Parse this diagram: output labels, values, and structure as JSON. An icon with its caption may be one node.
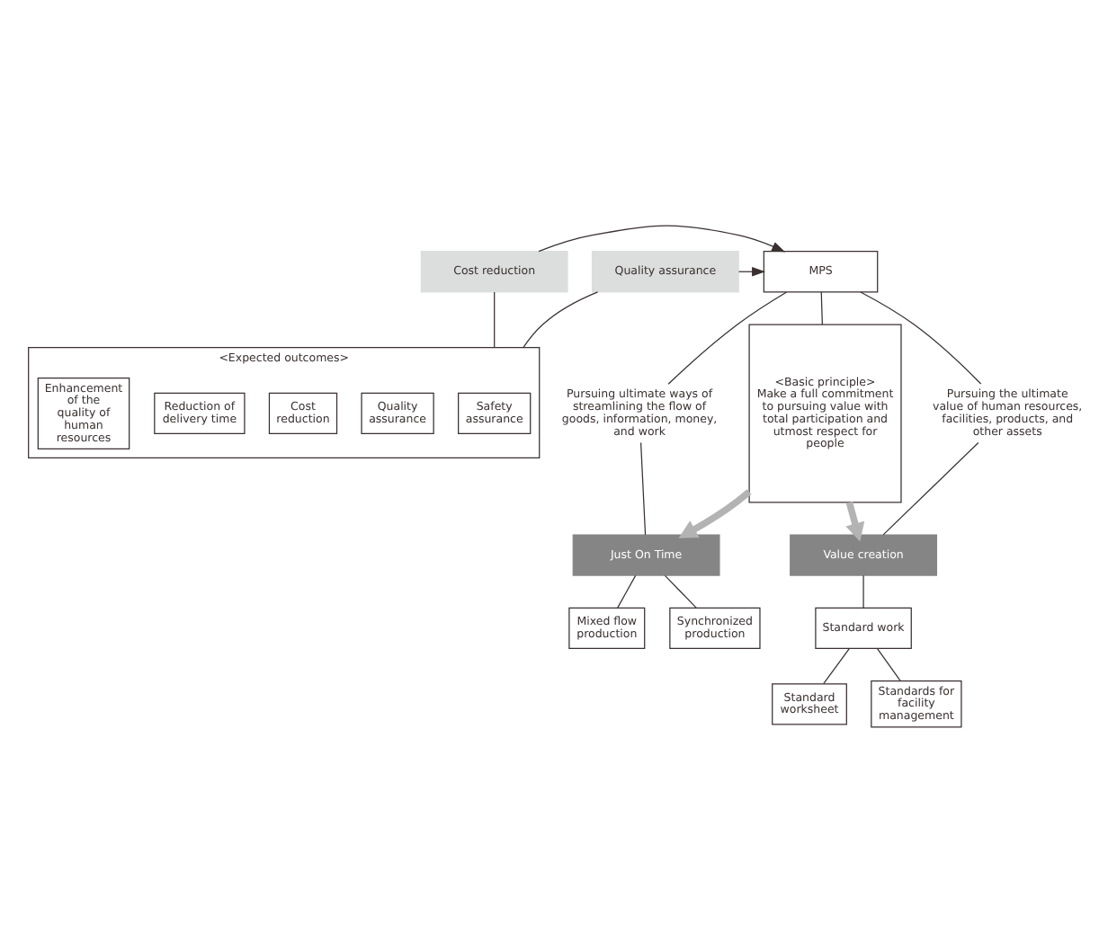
{
  "diagram": {
    "nodes": [
      {
        "text": [
          "MPS"
        ]
      },
      {
        "text": [
          "Cost reduction"
        ]
      },
      {
        "text": [
          "Quality assurance"
        ]
      },
      {
        "text": [
          "Pursuing the ultimate value of human resources, facilities, products, and other assets"
        ]
      },
      {
        "text": [
          "<Basic principle>",
          "Make a full commitment to pursuing value with total participation and utmost respect for people"
        ]
      },
      {
        "text": [
          "Pursuing ultimate ways of streamlining the flow of goods, information, money, and work"
        ]
      },
      {
        "text": [
          "Value creation"
        ]
      },
      {
        "text": [
          "Standard work"
        ]
      },
      {
        "text": [
          "Standard worksheet"
        ]
      },
      {
        "text": [
          "Standards for facility management"
        ]
      },
      {
        "text": [
          "Just On Time"
        ]
      },
      {
        "text": [
          "Mixed flow production"
        ]
      },
      {
        "text": [
          "Synchronized production"
        ]
      },
      {
        "text": [
          "<Expected outcomes>"
        ]
      },
      {
        "text": [
          "Safety assurance"
        ],
        "in": 13
      },
      {
        "text": [
          "Quality assurance"
        ],
        "in": 13
      },
      {
        "text": [
          "Cost reduction"
        ],
        "in": 13
      },
      {
        "text": [
          "Reduction of delivery time"
        ],
        "in": 13
      },
      {
        "text": [
          "Enhancement of the quality of human resources"
        ],
        "in": 13
      }
    ],
    "edges": [
      {
        "from": 1,
        "to": 0,
        "arrow": "to"
      },
      {
        "from": 2,
        "to": 0,
        "arrow": "to"
      },
      {
        "from": 0,
        "to": 4,
        "arrow": "none"
      },
      {
        "from": 0,
        "to": 3,
        "arrow": "none"
      },
      {
        "from": 0,
        "to": 5,
        "arrow": "none"
      },
      {
        "from": 3,
        "to": 6,
        "arrow": "none"
      },
      {
        "from": 6,
        "to": 7,
        "arrow": "none"
      },
      {
        "from": 7,
        "to": 8,
        "arrow": "none"
      },
      {
        "from": 7,
        "to": 9,
        "arrow": "none"
      },
      {
        "from": 5,
        "to": 10,
        "arrow": "none"
      },
      {
        "from": 10,
        "to": 11,
        "arrow": "none"
      },
      {
        "from": 10,
        "to": 12,
        "arrow": "none"
      },
      {
        "from": 4,
        "to": 6,
        "arrow": "to",
        "style": "thick",
        "color": "#b3b3b3"
      },
      {
        "from": 4,
        "to": 10,
        "arrow": "to",
        "style": "thick",
        "color": "#b3b3b3"
      },
      {
        "from": 1,
        "to": 13,
        "arrow": "none"
      },
      {
        "from": 2,
        "to": 13,
        "arrow": "none"
      }
    ]
  }
}
